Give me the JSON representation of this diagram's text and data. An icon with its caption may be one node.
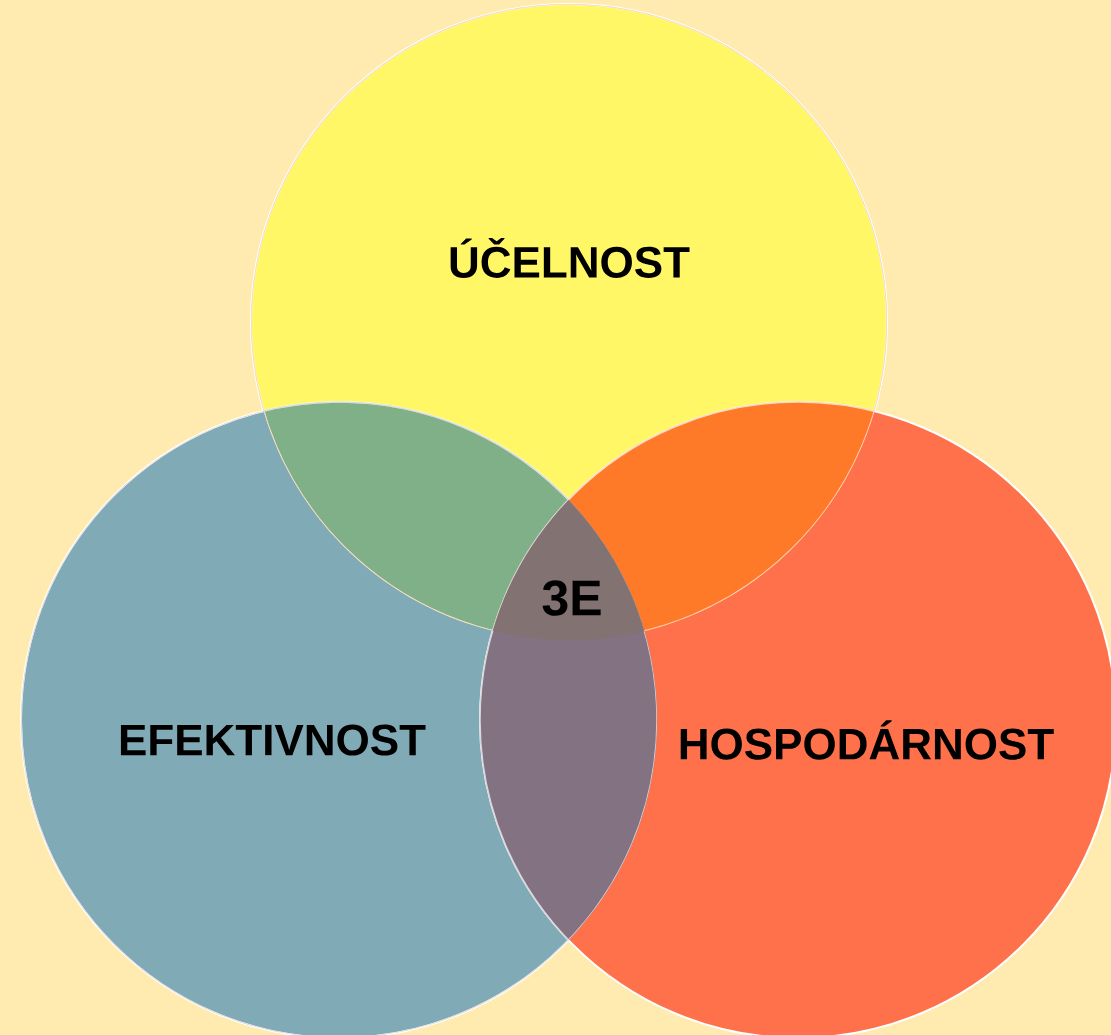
{
  "diagram": {
    "nodes": [
      {
        "text": [
          "ÚČELNOST"
        ]
      },
      {
        "text": [
          "EFEKTIVNOST"
        ]
      },
      {
        "text": [
          "HOSPODÁRNOST"
        ]
      }
    ],
    "labels": [
      "3E"
    ]
  }
}
